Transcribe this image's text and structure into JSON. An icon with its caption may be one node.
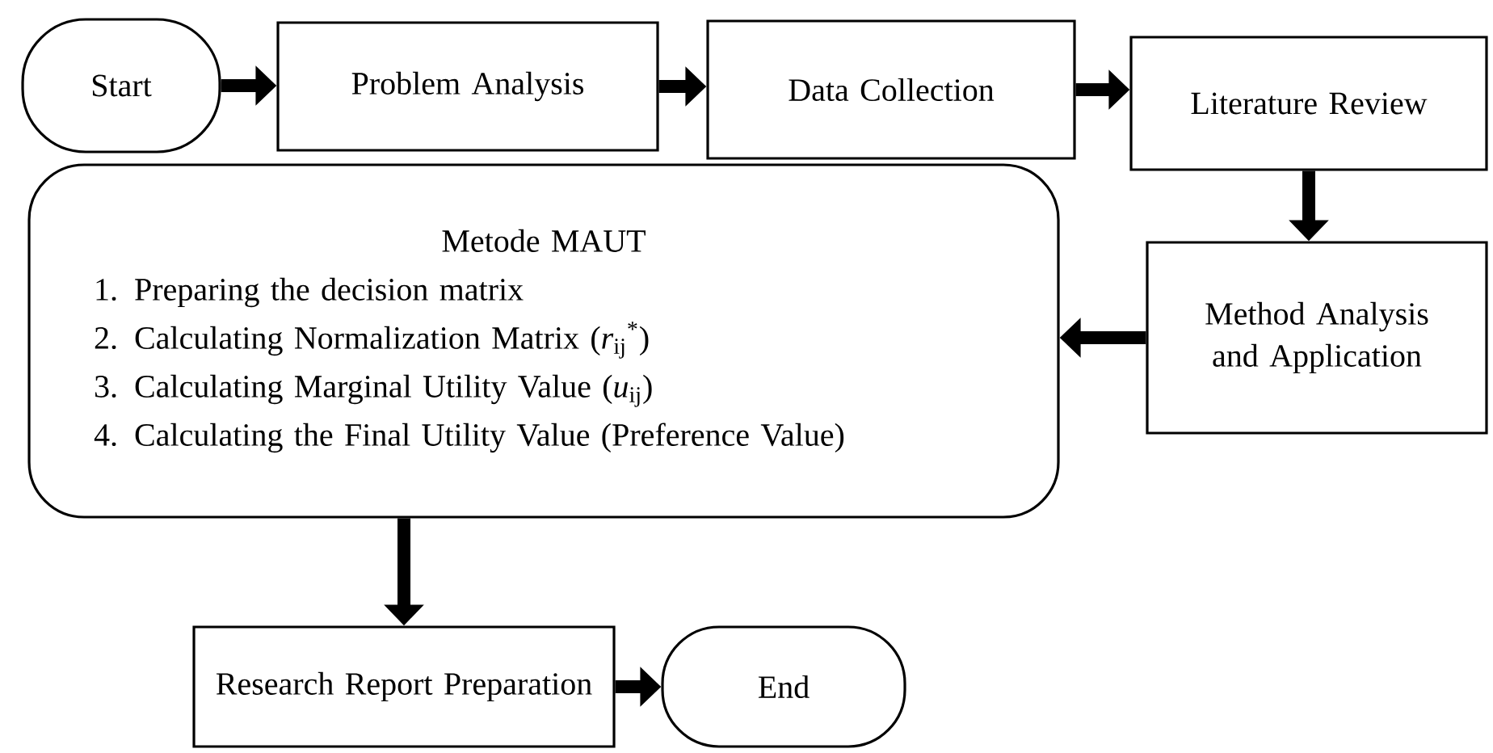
{
  "diagram": {
    "nodes": [
      {
        "text": [
          "Start"
        ]
      },
      {
        "text": [
          "Problem Analysis"
        ]
      },
      {
        "text": [
          "Data Collection"
        ]
      },
      {
        "text": [
          "Literature Review"
        ]
      },
      {
        "text": [
          "Method Analysis and Application"
        ]
      },
      {
        "text": [
          "Metode MAUT",
          "1. Preparing the decision matrix",
          "2. Calculating Normalization Matrix (*r*$_{ij}$$^{*}$)",
          "3. Calculating Marginal Utility Value (*u*$_{ij}$)",
          "4. Calculating the Final Utility Value (Preference Value)"
        ]
      },
      {
        "text": [
          "Research Report Preparation"
        ]
      },
      {
        "text": [
          "End"
        ]
      }
    ],
    "edges": [
      {
        "from": 0,
        "to": 1,
        "arrow": "to"
      },
      {
        "from": 1,
        "to": 2,
        "arrow": "to"
      },
      {
        "from": 2,
        "to": 3,
        "arrow": "to"
      },
      {
        "from": 3,
        "to": 4,
        "arrow": "to"
      },
      {
        "from": 4,
        "to": 5,
        "arrow": "to"
      },
      {
        "from": 5,
        "to": 6,
        "arrow": "to"
      },
      {
        "from": 6,
        "to": 7,
        "arrow": "to"
      }
    ]
  }
}
